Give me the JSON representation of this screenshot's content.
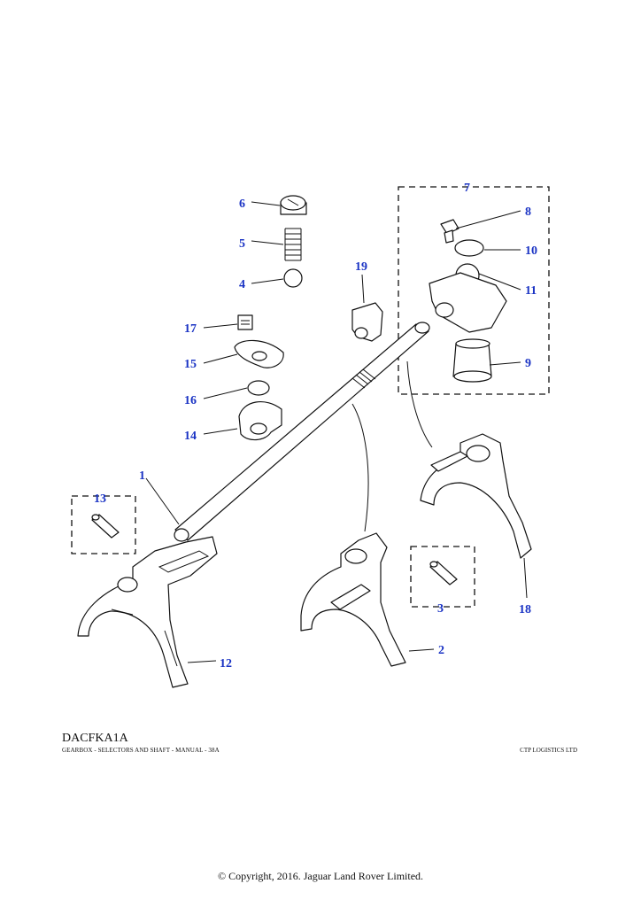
{
  "diagram": {
    "callouts": [
      "1",
      "2",
      "3",
      "4",
      "5",
      "6",
      "7",
      "8",
      "9",
      "10",
      "11",
      "12",
      "13",
      "14",
      "15",
      "16",
      "17",
      "18",
      "19"
    ]
  },
  "footer": {
    "code": "DACFKA1A",
    "description": "GEARBOX - SELECTORS AND SHAFT - MANUAL - 38A",
    "vendor": "CTP LOGISTICS LTD",
    "copyright": "© Copyright, 2016. Jaguar Land Rover Limited."
  },
  "colors": {
    "callout": "#1a33c4",
    "line": "#111111"
  }
}
